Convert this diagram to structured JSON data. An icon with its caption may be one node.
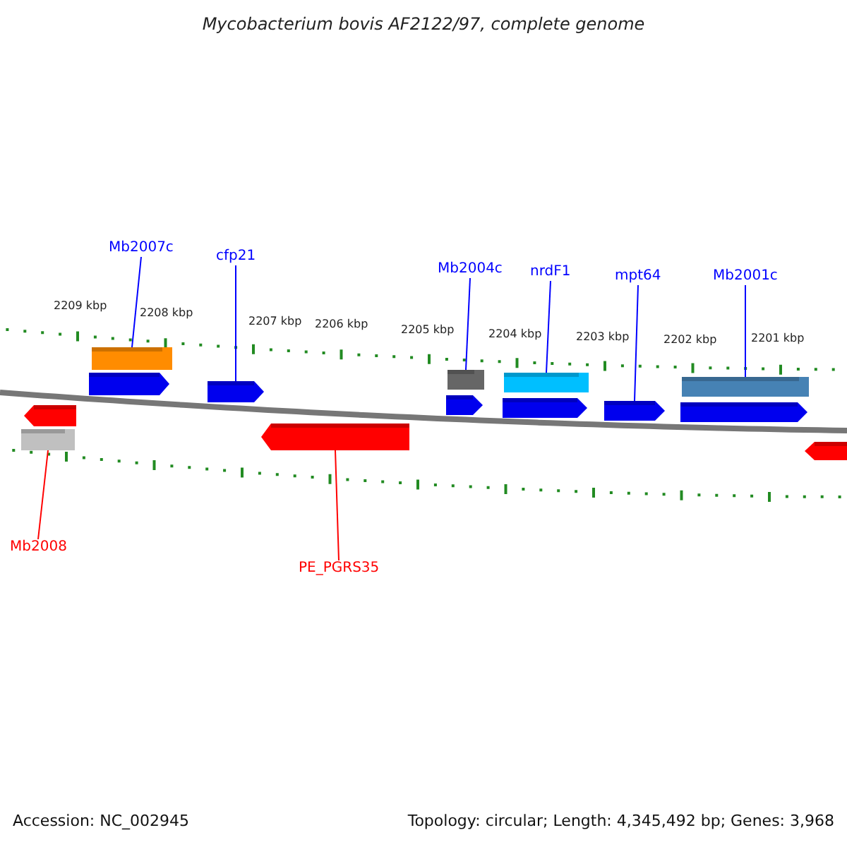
{
  "diagram": {
    "title": "Mycobacterium bovis AF2122/97, complete genome",
    "nodes": [
      {
        "text": [
          "Mb2007c"
        ]
      },
      {
        "text": [
          "cfp21"
        ]
      },
      {
        "text": [
          "Mb2004c"
        ]
      },
      {
        "text": [
          "nrdF1"
        ]
      },
      {
        "text": [
          "mpt64"
        ]
      },
      {
        "text": [
          "Mb2001c"
        ]
      },
      {
        "text": [],
        "shape": "bar"
      },
      {
        "text": [],
        "shape": "arrow"
      },
      {
        "text": [],
        "shape": "arrow"
      },
      {
        "text": [],
        "shape": "bar"
      },
      {
        "text": [],
        "shape": "arrow"
      },
      {
        "text": [],
        "shape": "bar"
      },
      {
        "text": [],
        "shape": "arrow"
      },
      {
        "text": [],
        "shape": "arrow"
      },
      {
        "text": [],
        "shape": "bar"
      },
      {
        "text": [],
        "shape": "arrow"
      },
      {
        "text": [],
        "shape": "arrow"
      },
      {
        "text": [],
        "shape": "bar"
      },
      {
        "text": [],
        "shape": "arrow"
      },
      {
        "text": [],
        "shape": "arrow"
      },
      {
        "text": [
          "Mb2008"
        ]
      },
      {
        "text": [
          "PE_PGRS35"
        ]
      }
    ],
    "edges": [
      {
        "from": 0,
        "to": 6,
        "arrow": "none"
      },
      {
        "from": 1,
        "to": 8,
        "arrow": "none"
      },
      {
        "from": 2,
        "to": 9,
        "arrow": "none"
      },
      {
        "from": 3,
        "to": 11,
        "arrow": "none"
      },
      {
        "from": 4,
        "to": 13,
        "arrow": "none"
      },
      {
        "from": 5,
        "to": 14,
        "arrow": "none"
      },
      {
        "from": 20,
        "to": 17,
        "arrow": "none",
        "color": "#ff0000"
      },
      {
        "from": 21,
        "to": 18,
        "arrow": "none",
        "color": "#ff0000"
      }
    ],
    "labels": [
      "2209 kbp",
      "2208 kbp",
      "2207 kbp",
      "2206 kbp",
      "2205 kbp",
      "2204 kbp",
      "2203 kbp",
      "2202 kbp",
      "2201 kbp",
      "Accession: NC_002945",
      "Topology: circular; Length: 4,345,492 bp; Genes: 3,968"
    ]
  }
}
